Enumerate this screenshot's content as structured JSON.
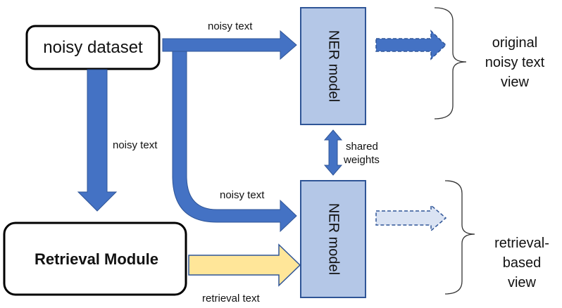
{
  "colors": {
    "arrow_blue": "#4472C4",
    "arrow_blue_stroke": "#2F5597",
    "model_fill": "#B4C7E7",
    "model_stroke": "#2F5597",
    "retrieval_arrow_fill": "#FFE699",
    "retrieval_arrow_stroke": "#2F5597",
    "box_stroke": "#000000",
    "dashed_light_fill": "#DAE3F3"
  },
  "boxes": {
    "noisy_dataset": "noisy dataset",
    "retrieval_module": "Retrieval Module"
  },
  "models": {
    "top": "NER model",
    "bottom": "NER model"
  },
  "arrow_labels": {
    "top_noisy_text": "noisy text",
    "left_noisy_text": "noisy text",
    "mid_noisy_text": "noisy text",
    "retrieval_text": "retrieval text",
    "shared_weights_line1": "shared",
    "shared_weights_line2": "weights"
  },
  "views": {
    "top_line1": "original",
    "top_line2": "noisy text",
    "top_line3": "view",
    "bottom_line1": "retrieval-",
    "bottom_line2": "based",
    "bottom_line3": "view"
  },
  "icons": [
    "brace-icon"
  ]
}
